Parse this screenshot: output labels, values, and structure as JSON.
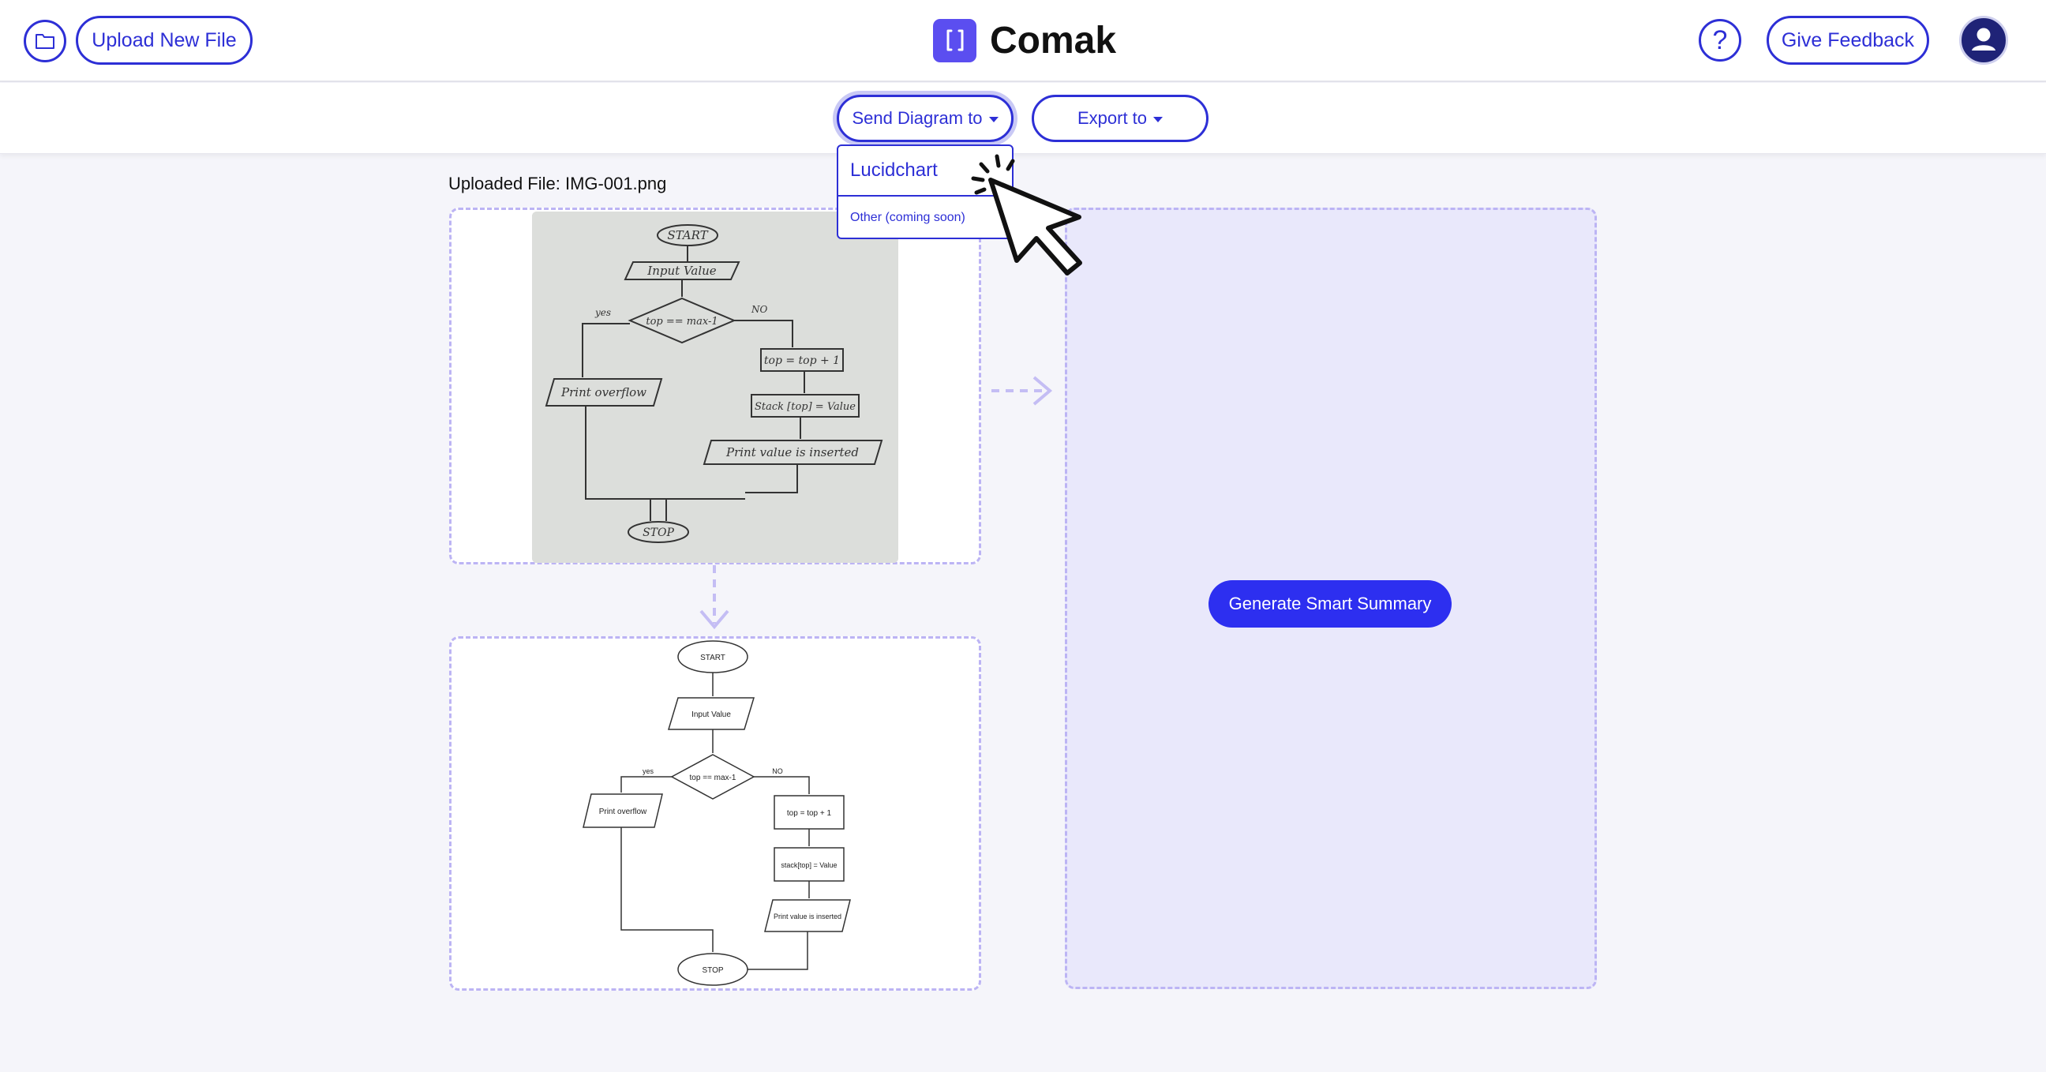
{
  "header": {
    "folder_icon": "folder-icon",
    "upload_label": "Upload New File",
    "brand_name": "Comak",
    "help_label": "?",
    "feedback_label": "Give Feedback",
    "avatar_icon": "user-icon"
  },
  "toolbar": {
    "send_label": "Send Diagram to",
    "export_label": "Export to"
  },
  "dropdown": {
    "items": [
      {
        "label": "Lucidchart"
      },
      {
        "label": "Other (coming soon)"
      }
    ]
  },
  "main": {
    "file_label": "Uploaded File: IMG-001.png",
    "generate_label": "Generate Smart Summary"
  },
  "handwritten_flowchart": {
    "start": "START",
    "input": "Input Value",
    "decision": "top == max-1",
    "yes": "yes",
    "no": "NO",
    "increment": "top = top + 1",
    "assign": "Stack [top] = Value",
    "overflow": "Print overflow",
    "inserted": "Print value is inserted",
    "stop": "STOP"
  },
  "digital_flowchart": {
    "start": "START",
    "input": "Input Value",
    "decision": "top == max-1",
    "yes": "yes",
    "no": "NO",
    "increment": "top = top + 1",
    "assign": "stack[top] = Value",
    "overflow": "Print overflow",
    "inserted": "Print value is inserted",
    "stop": "STOP"
  },
  "colors": {
    "accent": "#2d2fd6",
    "brand": "#5b4ef0",
    "panel_fill": "#e9e8fb",
    "dashed_border": "#bcb4f4"
  }
}
